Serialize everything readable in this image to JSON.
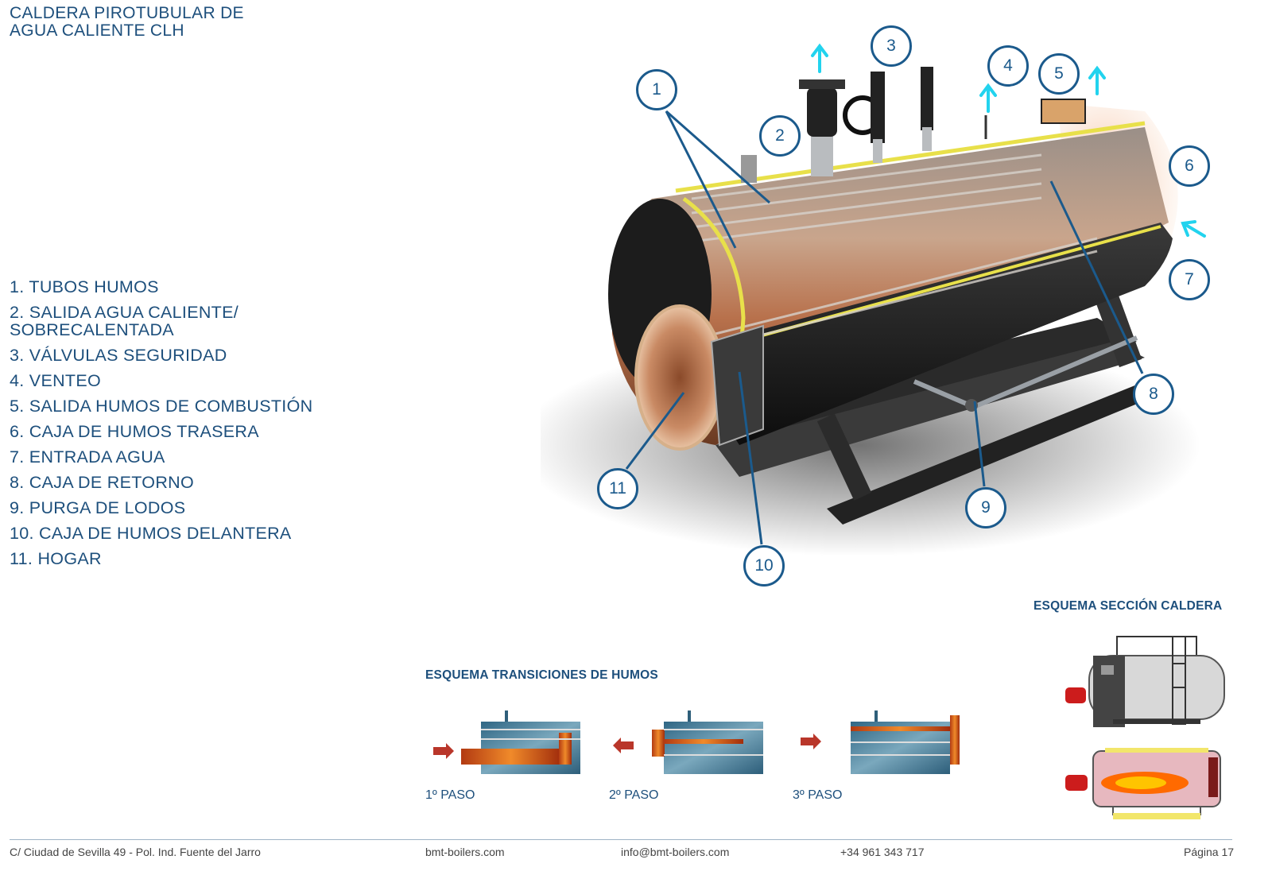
{
  "title": {
    "line1": "CALDERA PIROTUBULAR DE",
    "line2": "AGUA CALIENTE CLH"
  },
  "legend": [
    {
      "lines": [
        "1. TUBOS HUMOS"
      ]
    },
    {
      "lines": [
        "2. SALIDA AGUA CALIENTE/",
        "SOBRECALENTADA"
      ]
    },
    {
      "lines": [
        "3. VÁLVULAS SEGURIDAD"
      ]
    },
    {
      "lines": [
        "4. VENTEO"
      ]
    },
    {
      "lines": [
        "5. SALIDA HUMOS DE COMBUSTIÓN"
      ]
    },
    {
      "lines": [
        "6. CAJA DE HUMOS TRASERA"
      ]
    },
    {
      "lines": [
        "7. ENTRADA AGUA"
      ]
    },
    {
      "lines": [
        "8. CAJA DE RETORNO"
      ]
    },
    {
      "lines": [
        "9. PURGA DE LODOS"
      ]
    },
    {
      "lines": [
        "10. CAJA DE HUMOS DELANTERA"
      ]
    },
    {
      "lines": [
        "11. HOGAR"
      ]
    }
  ],
  "callouts": [
    "1",
    "2",
    "3",
    "4",
    "5",
    "6",
    "7",
    "8",
    "9",
    "10",
    "11"
  ],
  "sections": {
    "boiler_section": "ESQUEMA SECCIÓN CALDERA",
    "smoke_transitions": "ESQUEMA TRANSICIONES DE HUMOS"
  },
  "passes": [
    "1º PASO",
    "2º PASO",
    "3º PASO"
  ],
  "footer": {
    "address": "C/ Ciudad de Sevilla 49 - Pol. Ind. Fuente del Jarro",
    "web": "bmt-boilers.com",
    "email": "info@bmt-boilers.com",
    "phone": "+34 961 343 717",
    "page": "Página 17"
  },
  "colors": {
    "primary": "#1d4f7c",
    "callout": "#1b5a8c",
    "arrow": "#22d3ee",
    "flame": "#e8561a",
    "water": "#3a6f8f"
  }
}
